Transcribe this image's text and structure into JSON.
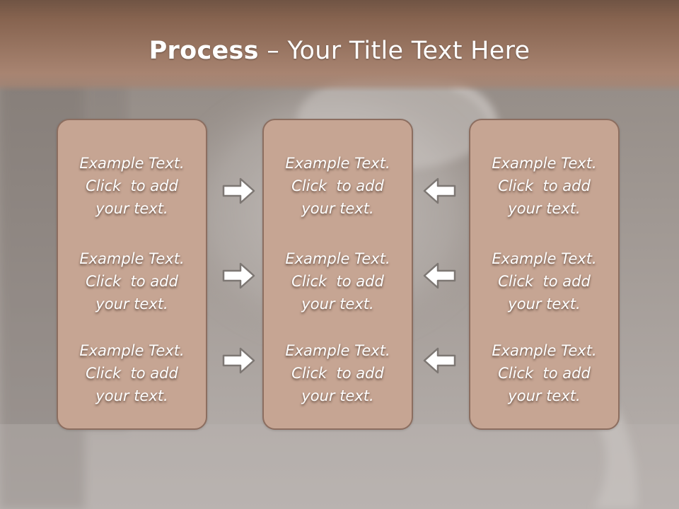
{
  "slide": {
    "title_bold": "Process",
    "title_rest": " – Your Title Text Here"
  },
  "panels": [
    {
      "blocks": [
        {
          "line1": "Example Text.",
          "line2": "Click  to add",
          "line3": "your text."
        },
        {
          "line1": "Example Text.",
          "line2": "Click  to add",
          "line3": "your text."
        },
        {
          "line1": "Example Text.",
          "line2": "Click  to add",
          "line3": "your text."
        }
      ]
    },
    {
      "blocks": [
        {
          "line1": "Example Text.",
          "line2": "Click  to add",
          "line3": "your text."
        },
        {
          "line1": "Example Text.",
          "line2": "Click  to add",
          "line3": "your text."
        },
        {
          "line1": "Example Text.",
          "line2": "Click  to add",
          "line3": "your text."
        }
      ]
    },
    {
      "blocks": [
        {
          "line1": "Example Text.",
          "line2": "Click  to add",
          "line3": "your text."
        },
        {
          "line1": "Example Text.",
          "line2": "Click  to add",
          "line3": "your text."
        },
        {
          "line1": "Example Text.",
          "line2": "Click  to add",
          "line3": "your text."
        }
      ]
    }
  ],
  "arrows": {
    "left_column": [
      "arrow-right-icon",
      "arrow-right-icon",
      "arrow-right-icon"
    ],
    "right_column": [
      "arrow-left-icon",
      "arrow-left-icon",
      "arrow-left-icon"
    ]
  },
  "colors": {
    "header": "#86634f",
    "panel_fill": "#c6a593",
    "panel_border": "#8c6e60",
    "background": "#9a928e",
    "text": "#ffffff"
  }
}
